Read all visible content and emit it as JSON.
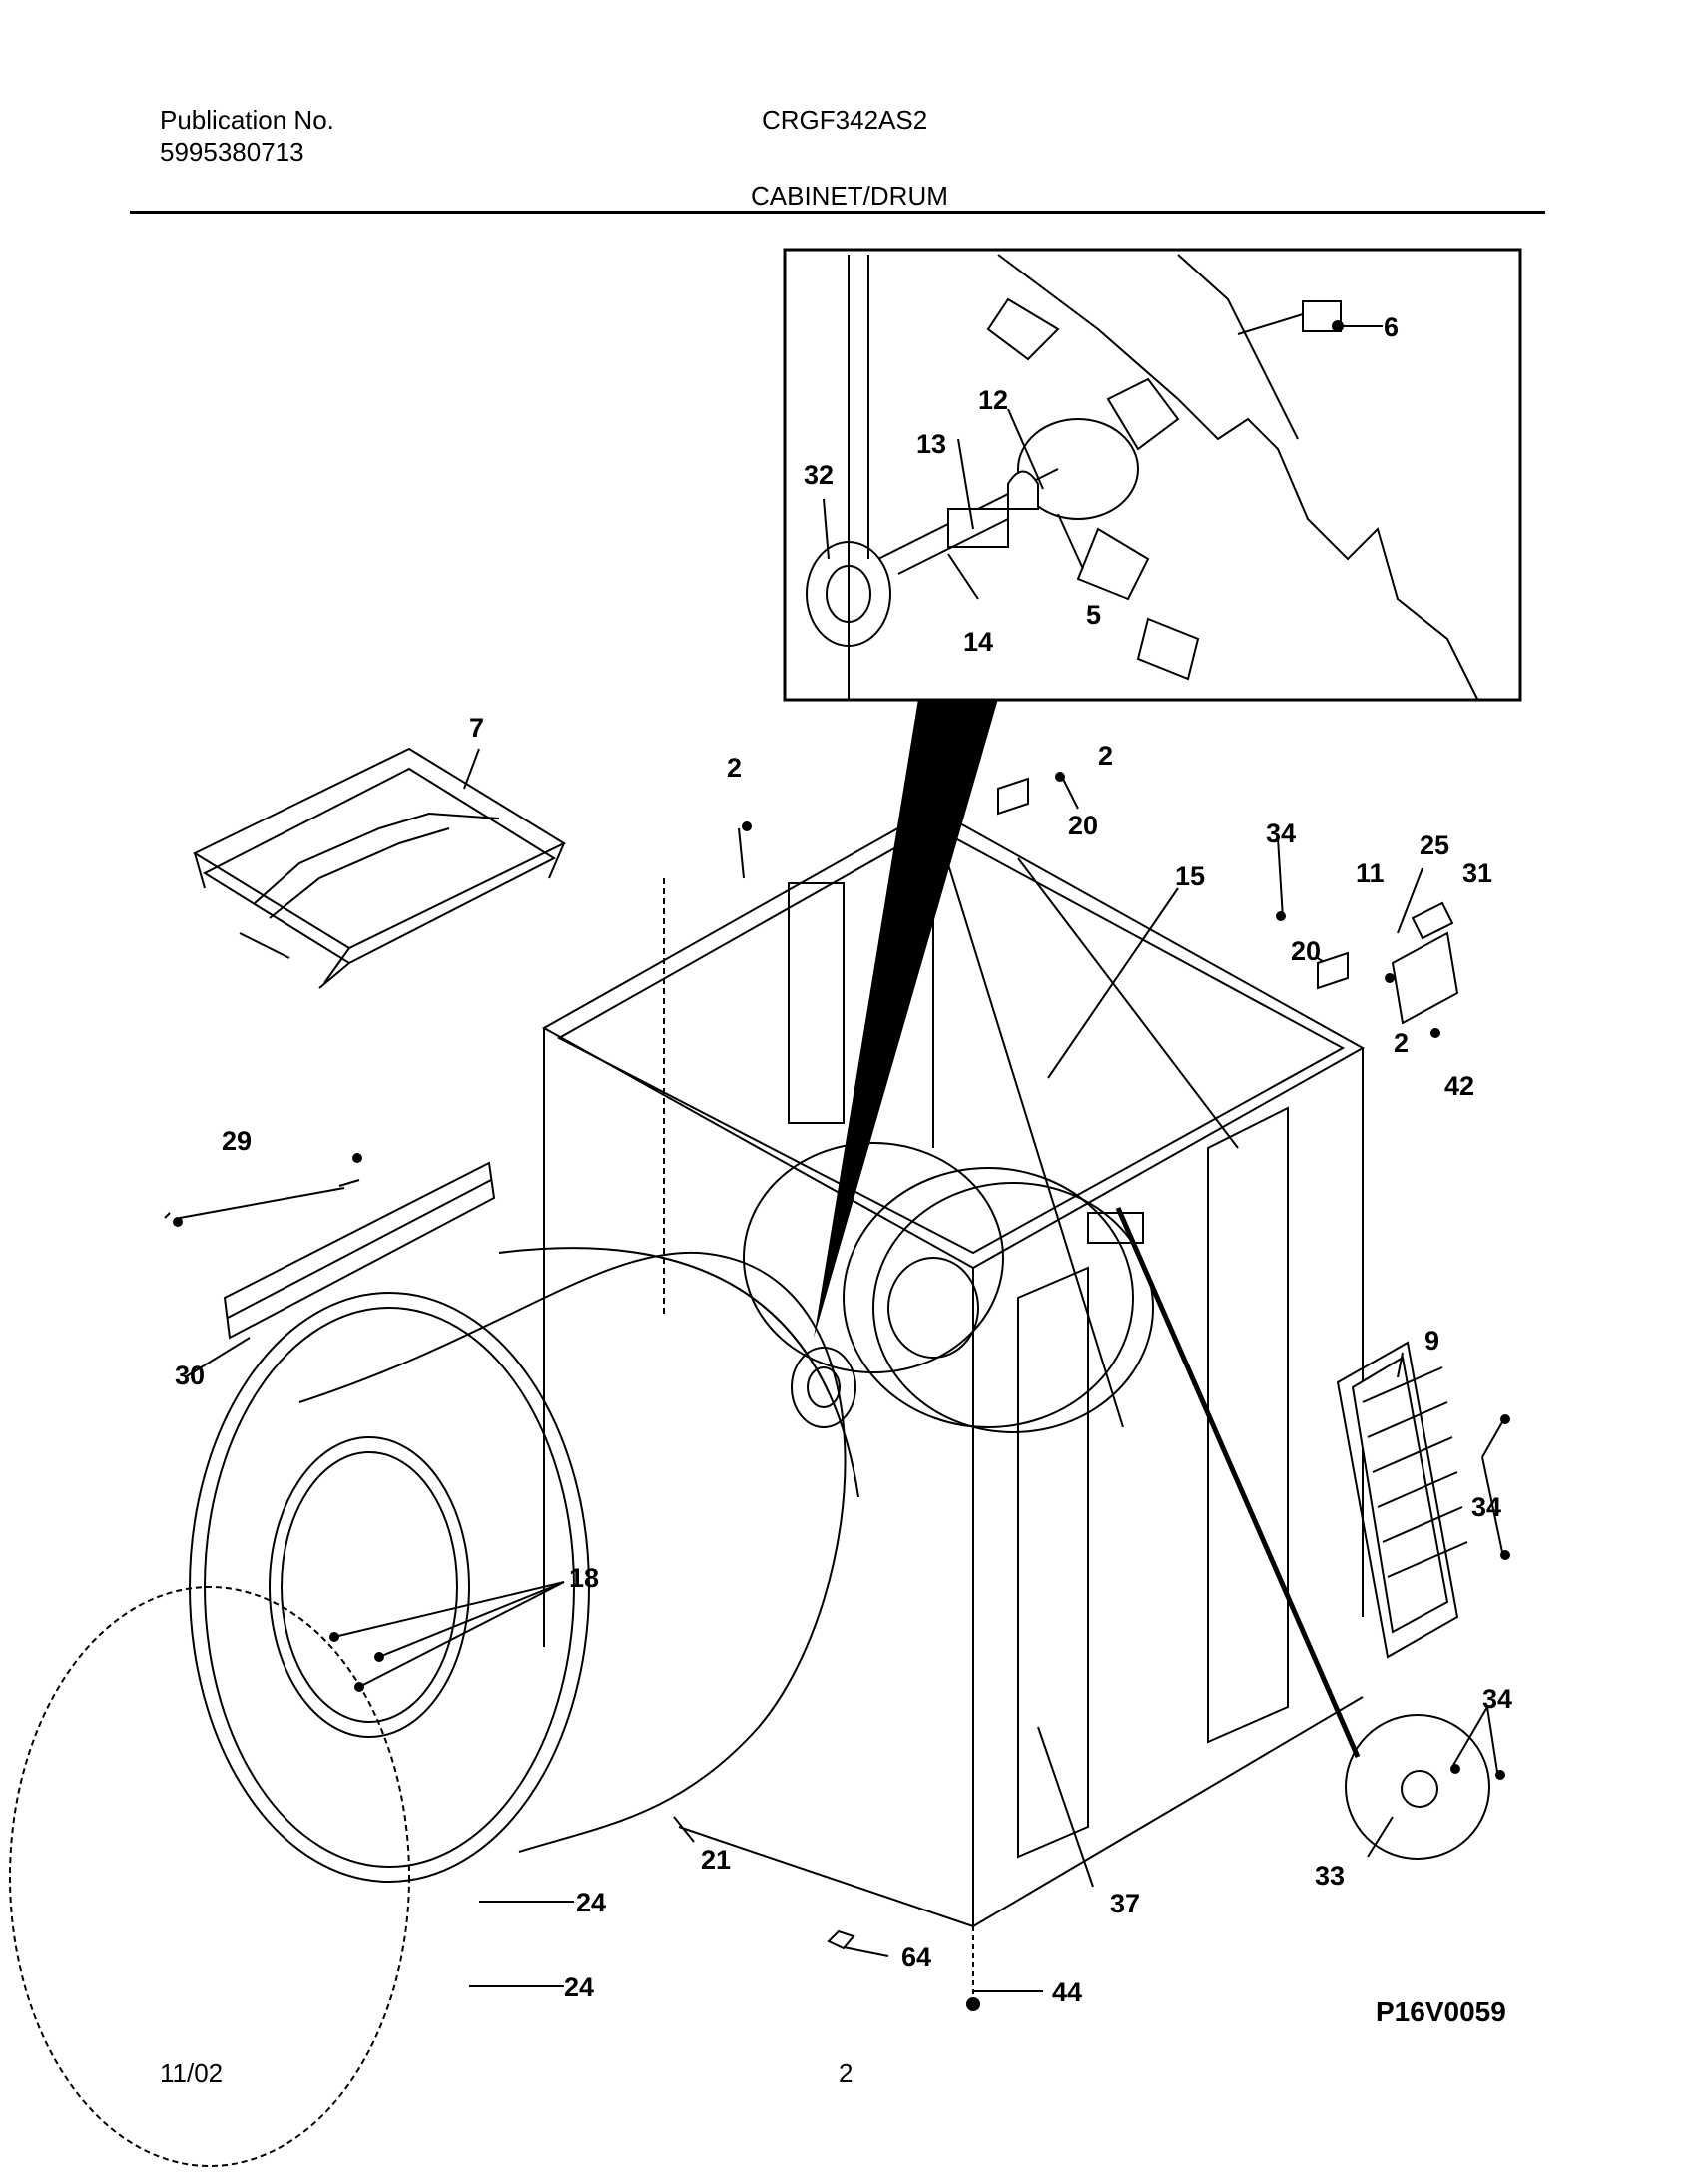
{
  "header": {
    "publication_label": "Publication No.",
    "publication_number": "5995380713",
    "model": "CRGF342AS2",
    "section_title": "CABINET/DRUM"
  },
  "callouts": {
    "c6": "6",
    "c12": "12",
    "c13": "13",
    "c32": "32",
    "c14": "14",
    "c5": "5",
    "c7": "7",
    "c2a": "2",
    "c2b": "2",
    "c20a": "20",
    "c34a": "34",
    "c25": "25",
    "c11": "11",
    "c31": "31",
    "c15": "15",
    "c20b": "20",
    "c2c": "2",
    "c42": "42",
    "c29": "29",
    "c30": "30",
    "c9": "9",
    "c34b": "34",
    "c18": "18",
    "c34c": "34",
    "c33": "33",
    "c21": "21",
    "c37": "37",
    "c24a": "24",
    "c24b": "24",
    "c64": "64",
    "c44": "44"
  },
  "footer": {
    "date": "11/02",
    "page": "2",
    "diagram_code": "P16V0059"
  }
}
